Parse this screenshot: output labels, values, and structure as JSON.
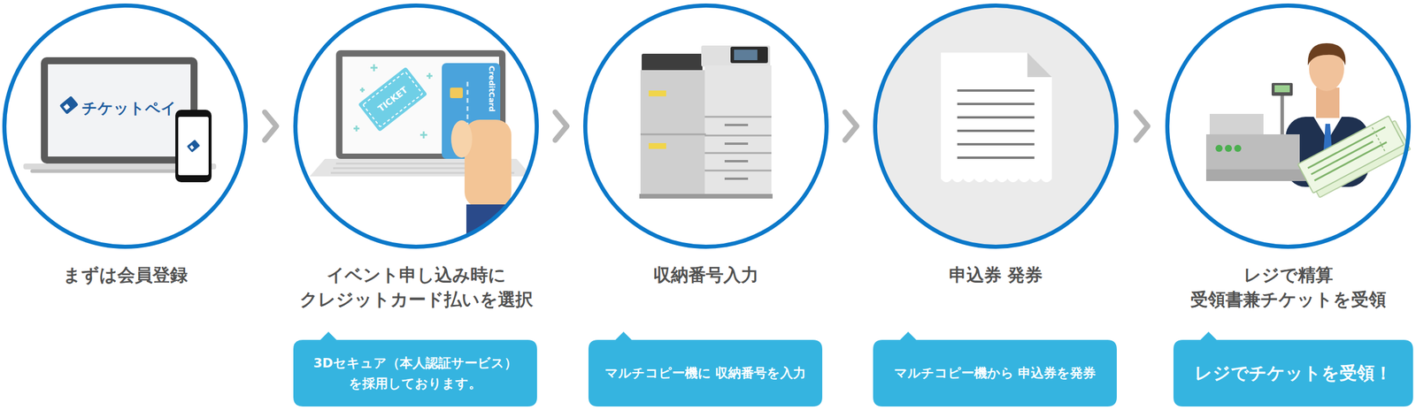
{
  "diagram": {
    "nodes": [
      {
        "text": [
          "チケットペイ",
          "まずは会員登録"
        ]
      },
      {
        "text": [
          "イベント申し込み時に クレジットカード払いを選択"
        ]
      },
      {
        "text": [
          "収納番号入力"
        ]
      },
      {
        "text": [
          "申込券 発券"
        ]
      },
      {
        "text": [
          "レジで精算 受領書兼チケットを受領"
        ]
      },
      {
        "text": [
          "3Dセキュア（本人認証サービス） を採用しております。"
        ]
      },
      {
        "text": [
          "マルチコピー機に 収納番号を入力"
        ]
      },
      {
        "text": [
          "マルチコピー機から 申込券を発券"
        ]
      },
      {
        "text": [
          "レジでチケットを受領！"
        ]
      }
    ],
    "edges": [
      {
        "from": 0,
        "to": 1,
        "arrow": "to"
      },
      {
        "from": 1,
        "to": 2,
        "arrow": "to"
      },
      {
        "from": 2,
        "to": 3,
        "arrow": "to"
      },
      {
        "from": 3,
        "to": 4,
        "arrow": "to"
      }
    ],
    "labels": [
      "TICKET",
      "CreditCard"
    ]
  }
}
